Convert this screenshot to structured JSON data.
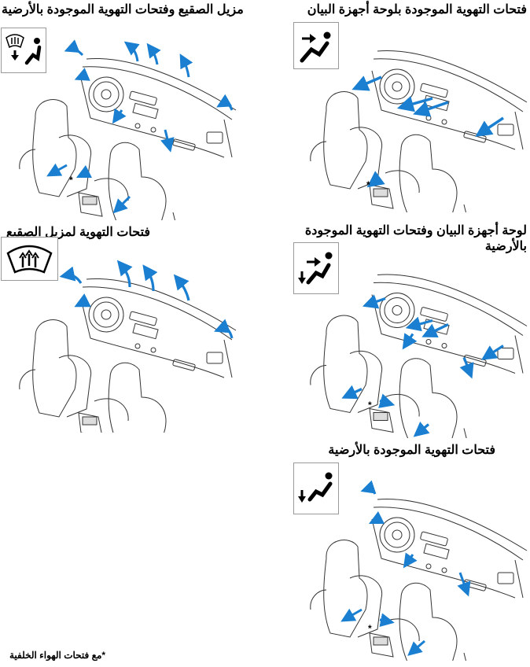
{
  "panels": [
    {
      "id": "panel-vent",
      "title": "فتحات التهوية الموجودة بلوحة أجهزة البيان",
      "mode_icon": "face-vent-icon"
    },
    {
      "id": "panel-defrost-floor",
      "title": "مزيل الصقيع وفتحات التهوية الموجودة بالأرضية",
      "mode_icon": "defrost-floor-icon"
    },
    {
      "id": "panel-bilevel",
      "title_line1": "لوحة أجهزة البيان وفتحات التهوية الموجودة",
      "title_line2": "بالأرضية",
      "mode_icon": "bi-level-icon"
    },
    {
      "id": "panel-defrost",
      "title": "فتحات التهوية  لمزيل الصقيع",
      "mode_icon": "defrost-icon"
    },
    {
      "id": "panel-floor",
      "title": "فتحات التهوية الموجودة بالأرضية",
      "mode_icon": "floor-vent-icon"
    }
  ],
  "asterisk": "*",
  "footnote": "*مع فتحات الهواء الخلفية",
  "colors": {
    "airflow_arrow": "#1a7fd0",
    "line": "#333333",
    "icon_border": "#999999"
  }
}
